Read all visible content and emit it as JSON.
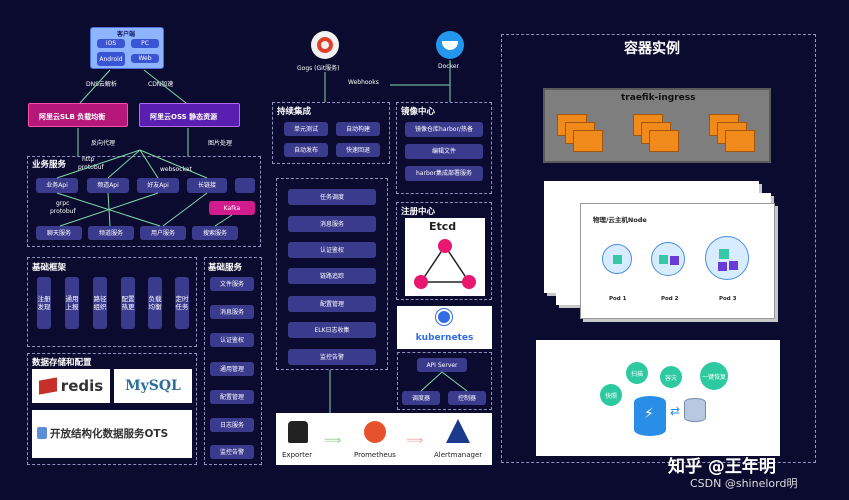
{
  "client": {
    "title": "客户端",
    "items": [
      "iOS",
      "PC",
      "Android",
      "Web"
    ]
  },
  "edges": {
    "dns": "DNS云解析",
    "cdn": "CDN加速",
    "reverse_proxy": "反向代理",
    "image": "图片处理",
    "webhooks": "Webhooks",
    "http": "http",
    "protobuf1": "protobuf",
    "websocket": "websocket",
    "grpc": "grpc",
    "protobuf2": "protobuf"
  },
  "slb": {
    "label": "阿里云SLB 负载均衡"
  },
  "oss": {
    "label": "阿里云OSS 静态资源"
  },
  "gogs": {
    "label": "Gogs (Git服务)"
  },
  "docker": {
    "label": "Docker"
  },
  "biz": {
    "title": "业务服务",
    "apis": [
      "业务Api",
      "频道Api",
      "好友Api",
      "长链接",
      ""
    ],
    "kafka": "Kafka",
    "services": [
      "聊天服务",
      "频道服务",
      "用户服务",
      "搜索服务"
    ]
  },
  "framework": {
    "title": "基础框架",
    "items": [
      "注册发现",
      "通用上报",
      "路径组织",
      "配置热更",
      "负载均衡",
      "定时任务"
    ]
  },
  "basic": {
    "title": "基础服务",
    "items": [
      "文件服务",
      "消息服务",
      "认证鉴权",
      "通用管理",
      "配置管理",
      "日志服务",
      "监控告警"
    ]
  },
  "storage": {
    "title": "数据存储和配置",
    "redis": "redis",
    "mysql": "MySQL",
    "ots": "开放结构化数据服务OTS"
  },
  "ci": {
    "title": "持续集成",
    "items": [
      "单元测试",
      "自动构建",
      "自动发布",
      "快速回退"
    ]
  },
  "center": {
    "items": [
      "任务调度",
      "消息服务",
      "认证鉴权",
      "链路追踪",
      "配置管理",
      "ELK日志收集",
      "监控告警"
    ]
  },
  "mirror": {
    "title": "镜像中心",
    "items": [
      "镜像仓库harbor/热备",
      "编辑文件",
      "harbor集成部署服务"
    ]
  },
  "registry": {
    "title": "注册中心",
    "etcd": "Etcd"
  },
  "k8s": {
    "label": "kubernetes",
    "api": "API Server",
    "scheduler": "调度器",
    "controller": "控制器"
  },
  "monitor": {
    "items": [
      "Exporter",
      "Prometheus",
      "Alertmanager"
    ]
  },
  "container": {
    "title": "容器实例",
    "ingress": "traefik-ingress",
    "node_title": "物理/云主机Node",
    "pods": [
      "Pod 1",
      "Pod 2",
      "Pod 3"
    ],
    "db": [
      "扫描",
      "容灾",
      "快照",
      "一键恢复"
    ]
  },
  "watermark": {
    "line1": "知乎 @王年明",
    "line2": "CSDN @shinelord明"
  }
}
